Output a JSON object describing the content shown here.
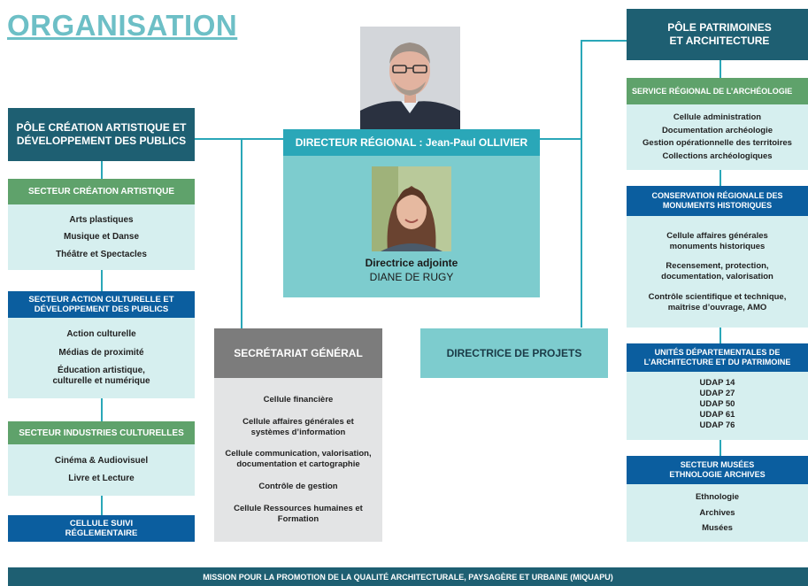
{
  "title": "ORGANISATION",
  "director": {
    "label": "DIRECTEUR RÉGIONAL :  Jean-Paul OLLIVIER",
    "deputy_title": "Directrice adjointe",
    "deputy_name": "DIANE DE RUGY"
  },
  "left_pole": {
    "title": "PÔLE CRÉATION ARTISTIQUE ET DÉVELOPPEMENT DES PUBLICS",
    "sections": [
      {
        "header": "SECTEUR CRÉATION ARTISTIQUE",
        "items": [
          "Arts plastiques",
          "Musique et Danse",
          "Théâtre et Spectacles"
        ]
      },
      {
        "header": "SECTEUR ACTION CULTURELLE ET DÉVELOPPEMENT DES PUBLICS",
        "items": [
          "Action culturelle",
          "Médias de proximité",
          "Éducation artistique, culturelle et numérique"
        ]
      },
      {
        "header": "SECTEUR INDUSTRIES CULTURELLES",
        "items": [
          "Cinéma & Audiovisuel",
          "Livre et Lecture"
        ]
      },
      {
        "header": "CELLULE SUIVI RÉGLEMENTAIRE",
        "items": []
      }
    ]
  },
  "secretariat": {
    "title": "SECRÉTARIAT GÉNÉRAL",
    "items": [
      "Cellule financière",
      "Cellule affaires générales et systèmes d’information",
      "Cellule communication, valorisation, documentation et cartographie",
      "Contrôle de gestion",
      "Cellule Ressources humaines et Formation"
    ]
  },
  "projects": {
    "title": "DIRECTRICE DE PROJETS"
  },
  "right_pole": {
    "title": "PÔLE PATRIMOINES ET ARCHITECTURE",
    "sections": [
      {
        "header": "SERVICE RÉGIONAL DE L’ARCHÉOLOGIE",
        "items": [
          "Cellule administration",
          "Documentation archéologie",
          "Gestion opérationnelle des territoires",
          "Collections archéologiques"
        ]
      },
      {
        "header": "CONSERVATION RÉGIONALE DES MONUMENTS HISTORIQUES",
        "items": [
          "Cellule affaires générales monuments historiques",
          "Recensement, protection, documentation, valorisation",
          "Contrôle scientifique et technique, maîtrise d’ouvrage, AMO"
        ]
      },
      {
        "header": "UNITÉS DÉPARTEMENTALES DE L’ARCHITECTURE ET DU PATRIMOINE",
        "items": [
          "UDAP 14",
          "UDAP 27",
          "UDAP 50",
          "UDAP 61",
          "UDAP 76"
        ]
      },
      {
        "header": "SECTEUR MUSÉES ETHNOLOGIE ARCHIVES",
        "items": [
          "Ethnologie",
          "Archives",
          "Musées"
        ]
      }
    ]
  },
  "mission": {
    "title": "MISSION POUR LA PROMOTION DE LA QUALITÉ ARCHITECTURALE, PAYSAGÈRE ET URBAINE (MIQUAPU)"
  }
}
